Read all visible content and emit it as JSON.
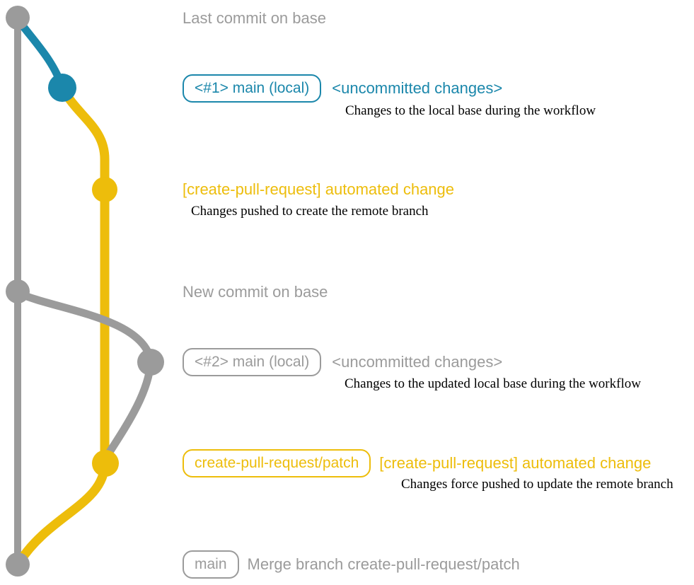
{
  "colors": {
    "gray": "#9b9b9b",
    "blue": "#1b87ab",
    "yellow": "#edbd0b",
    "caption": "#000000",
    "background": "#ffffff"
  },
  "graph": {
    "branches": [
      {
        "name": "base",
        "color": "#9b9b9b"
      },
      {
        "name": "main (local)",
        "color": "#1b87ab"
      },
      {
        "name": "create-pull-request/patch",
        "color": "#edbd0b"
      }
    ],
    "commits": [
      {
        "id": "last-commit-on-base",
        "color": "#9b9b9b"
      },
      {
        "id": "uncommitted-changes-1",
        "color": "#1b87ab"
      },
      {
        "id": "automated-change-1",
        "color": "#edbd0b"
      },
      {
        "id": "new-commit-on-base",
        "color": "#9b9b9b"
      },
      {
        "id": "uncommitted-changes-2",
        "color": "#9b9b9b"
      },
      {
        "id": "automated-change-2",
        "color": "#edbd0b"
      },
      {
        "id": "merge-commit",
        "color": "#9b9b9b"
      }
    ]
  },
  "rows": {
    "last_commit": {
      "text": "Last commit on base"
    },
    "uncommitted_1": {
      "label": "<#1> main (local)",
      "heading": "<uncommitted changes>",
      "caption": "Changes to the local base during the workflow"
    },
    "automated_1": {
      "heading": "[create-pull-request] automated change",
      "caption": "Changes pushed to create the remote branch"
    },
    "new_commit": {
      "text": "New commit on base"
    },
    "uncommitted_2": {
      "label": "<#2> main (local)",
      "heading": "<uncommitted changes>",
      "caption": "Changes to the updated local base during the workflow"
    },
    "automated_2": {
      "label": "create-pull-request/patch",
      "heading": "[create-pull-request] automated change",
      "caption": "Changes force pushed to update the remote branch"
    },
    "merge": {
      "label": "main",
      "heading": "Merge branch create-pull-request/patch"
    }
  }
}
